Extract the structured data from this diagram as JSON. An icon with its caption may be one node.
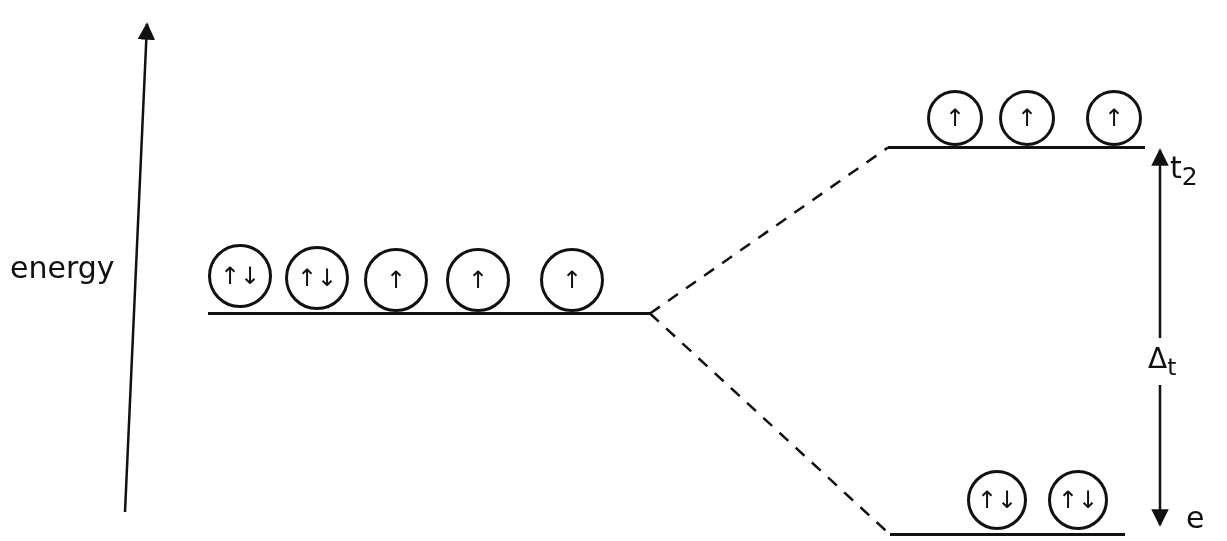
{
  "diagram": {
    "nodes": [
      {
        "text": [],
        "shape": "bar"
      },
      {
        "text": [
          "↑↓"
        ]
      },
      {
        "text": [
          "↑↓"
        ]
      },
      {
        "text": [
          "↑"
        ]
      },
      {
        "text": [
          "↑"
        ]
      },
      {
        "text": [
          "↑"
        ]
      },
      {
        "text": [],
        "shape": "bar"
      },
      {
        "text": [
          "↑"
        ]
      },
      {
        "text": [
          "↑"
        ]
      },
      {
        "text": [
          "↑"
        ]
      },
      {
        "text": [],
        "shape": "bar"
      },
      {
        "text": [
          "↑↓"
        ]
      },
      {
        "text": [
          "↑↓"
        ]
      }
    ],
    "edges": [
      {
        "from": 0,
        "to": 6,
        "arrow": "none",
        "style": "dashed"
      },
      {
        "from": 0,
        "to": 10,
        "arrow": "none",
        "style": "dashed"
      }
    ],
    "labels": [
      "energy",
      "t$_{2}$",
      "Δ$_{t}$",
      "e"
    ]
  }
}
